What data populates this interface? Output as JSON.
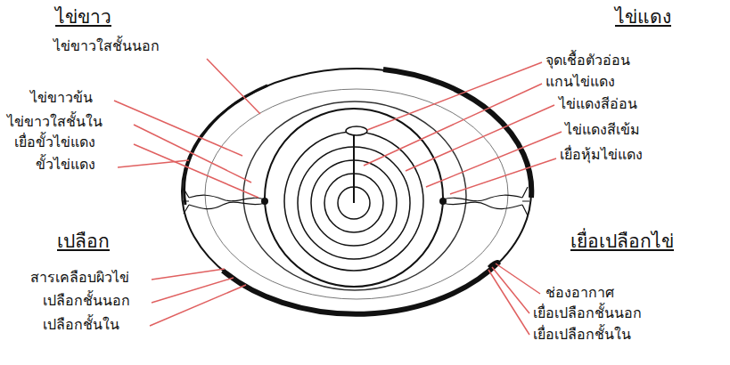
{
  "diagram": {
    "labels": [
      "ไข่ขาว",
      "ไข่ขาวใสชั้นนอก",
      "ไข่ขาวข้น",
      "ไข่ขาวใสชั้นใน",
      "เยื่อขั้วไข่แดง",
      "ขั้วไข่แดง",
      "ไข่แดง",
      "จุดเชื้อตัวอ่อน",
      "แกนไข่แดง",
      "ไข่แดงสีอ่อน",
      "ไข่แดงสีเข้ม",
      "เยื่อหุ้มไข่แดง",
      "เปลือก",
      "สารเคลือบผิวไข่",
      "เปลือกชั้นนอก",
      "เปลือกชั้นใน",
      "เยื่อเปลือกไข่",
      "ช่องอากาศ",
      "เยื่อเปลือกชั้นนอก",
      "เยื่อเปลือกชั้นใน"
    ]
  }
}
